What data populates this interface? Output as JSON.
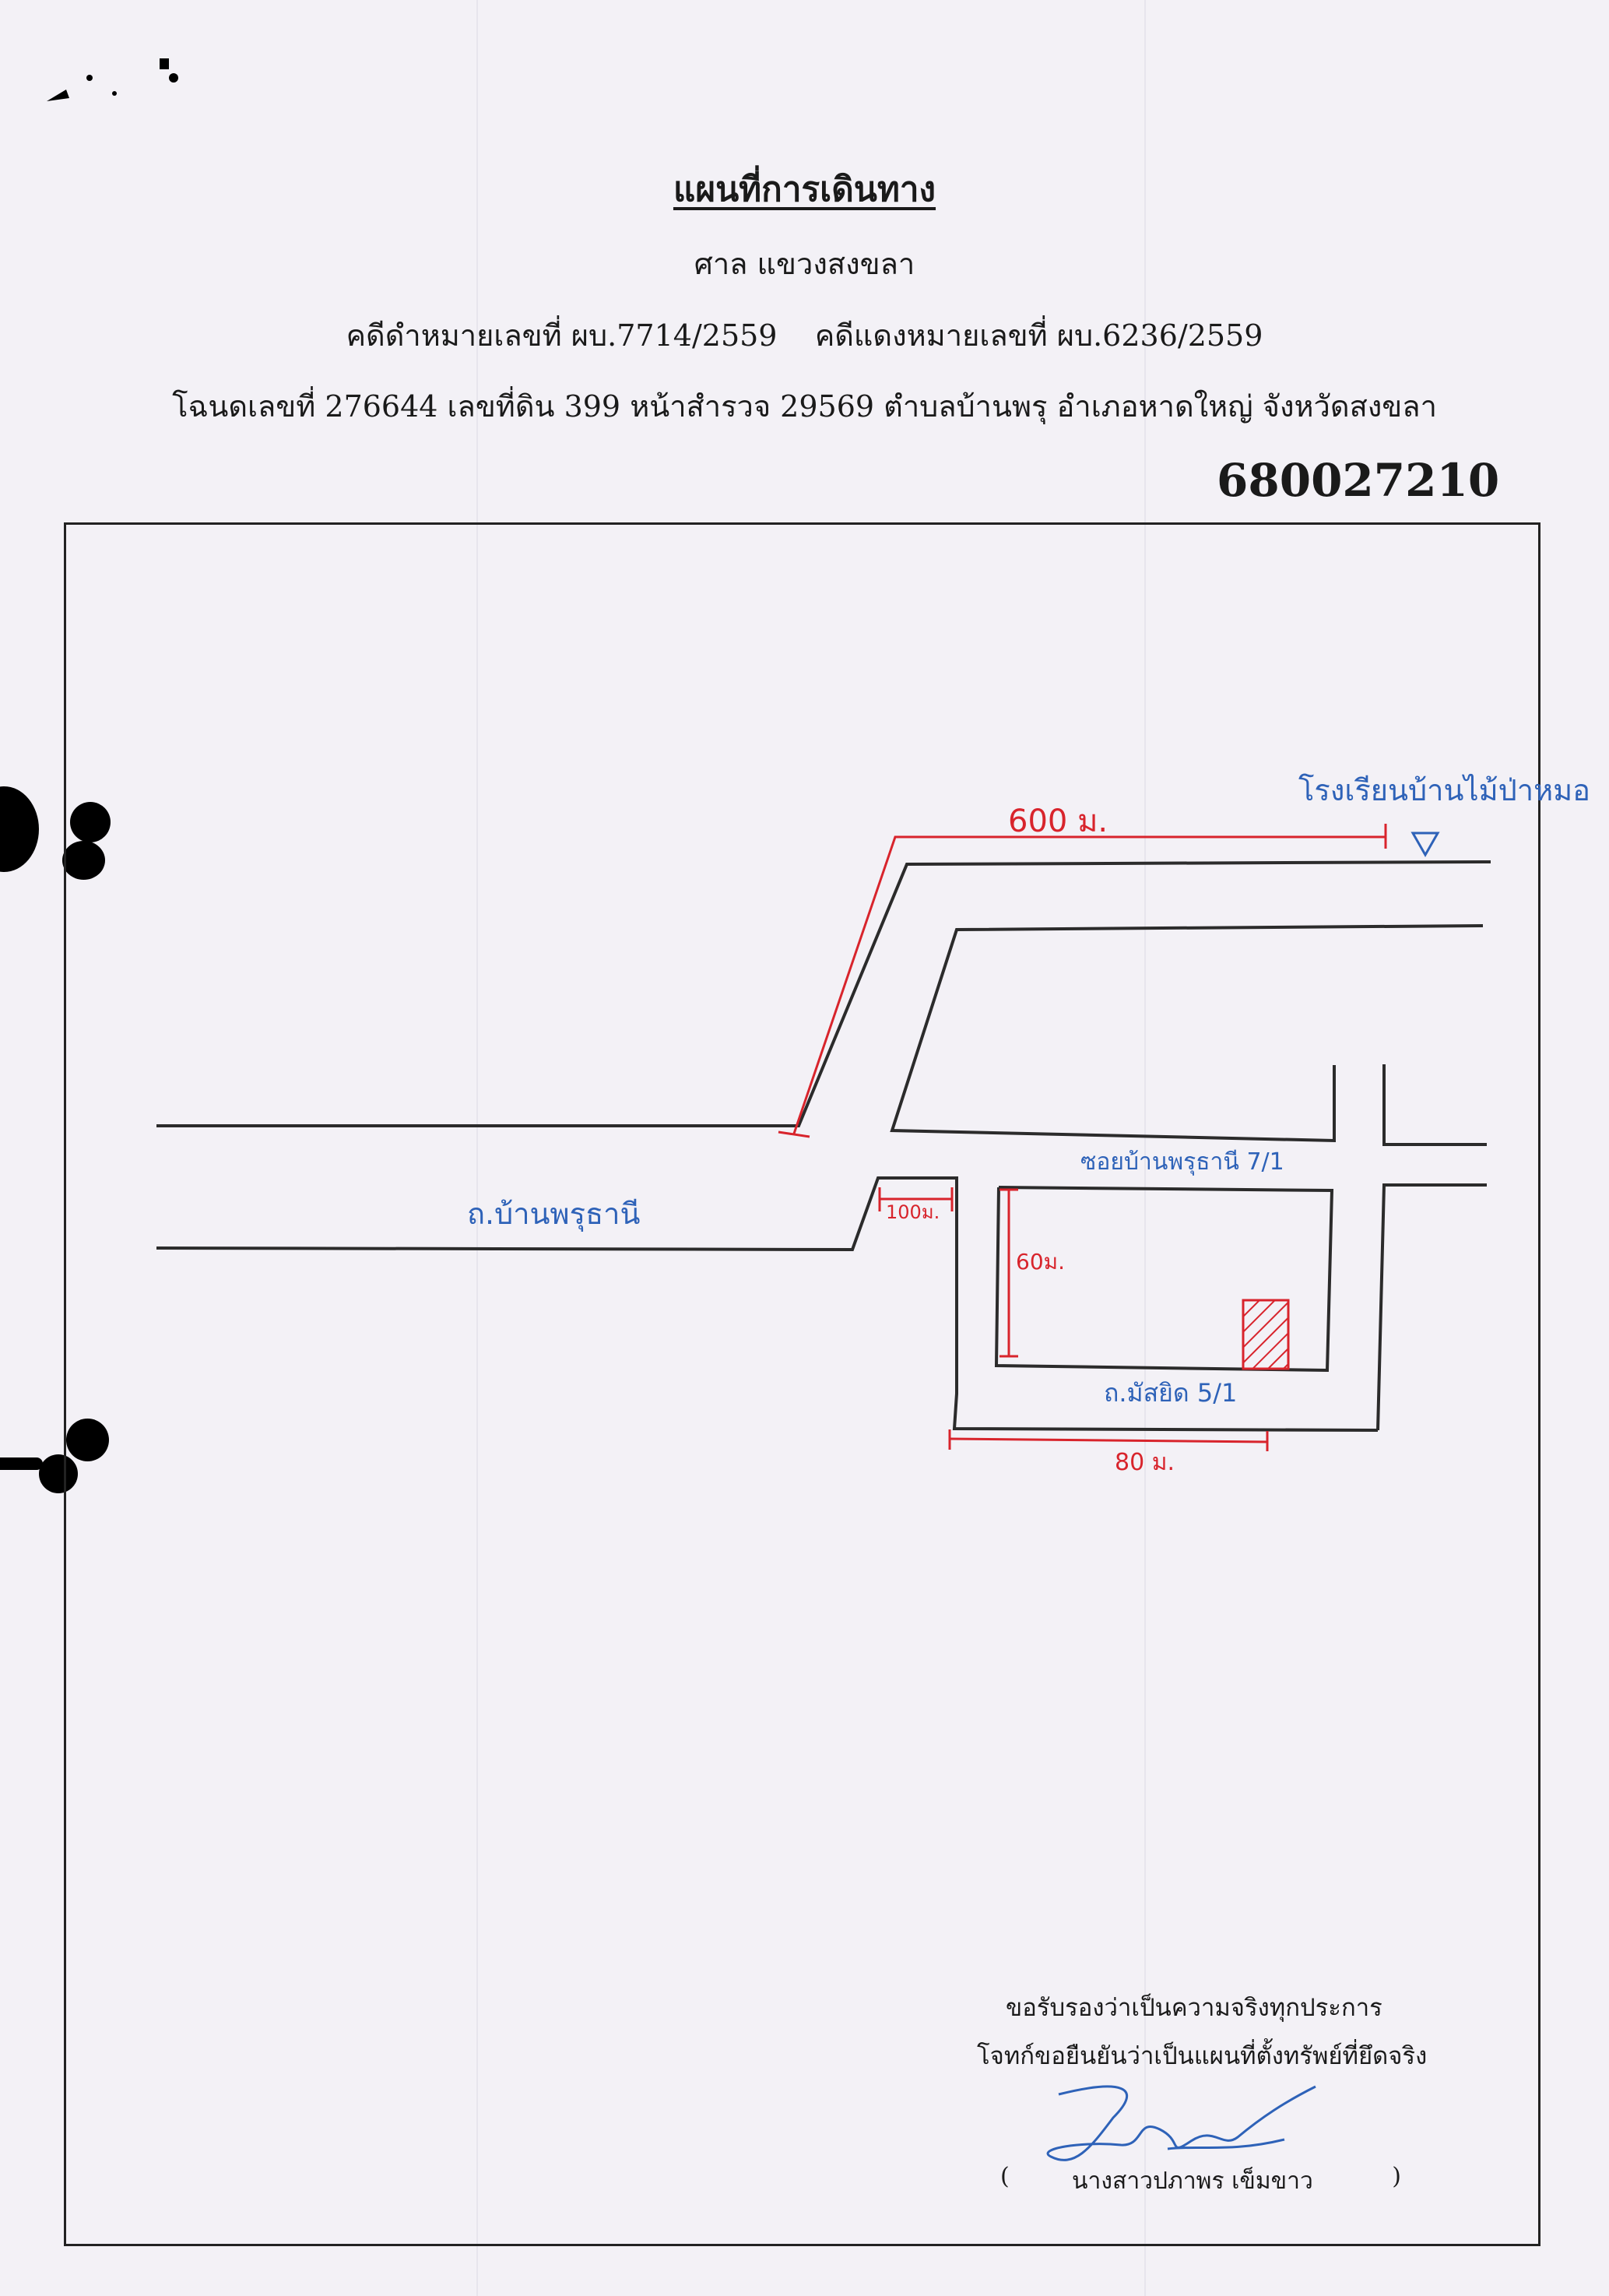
{
  "document": {
    "title": "แผนที่การเดินทาง",
    "court": "ศาล แขวงสงขลา",
    "black_case": "คดีดำหมายเลขที่ ผบ.7714/2559",
    "red_case": "คดีแดงหมายเลขที่ ผบ.6236/2559",
    "deed_line": "โฉนดเลขที่ 276644 เลขที่ดิน 399 หน้าสำรวจ 29569 ตำบลบ้านพรุ อำเภอหาดใหญ่ จังหวัดสงขลา",
    "doc_number": "680027210"
  },
  "map": {
    "school_label": "โรงเรียนบ้านไม้ป่าหมอ",
    "top_distance": "600 ม.",
    "main_road": "ถ.บ้านพรุธานี",
    "soi_label": "ซอยบ้านพรุธานี 7/1",
    "lower_road": "ถ.มัสยิด 5/1",
    "short_distance": "100ม.",
    "plot_side": "60ม.",
    "bottom_distance": "80 ม."
  },
  "certification": {
    "line1": "ขอรับรองว่าเป็นความจริงทุกประการ",
    "line2": "โจทก์ขอยืนยันว่าเป็นแผนที่ตั้งทรัพย์ที่ยึดจริง",
    "paren_open": "(",
    "signer_name": "นางสาวปภาพร เข็มขาว",
    "paren_close": ")"
  },
  "colors": {
    "red_ink": "#d8242c",
    "blue_ink": "#2e62b8",
    "road_line": "#2b2b2b"
  }
}
